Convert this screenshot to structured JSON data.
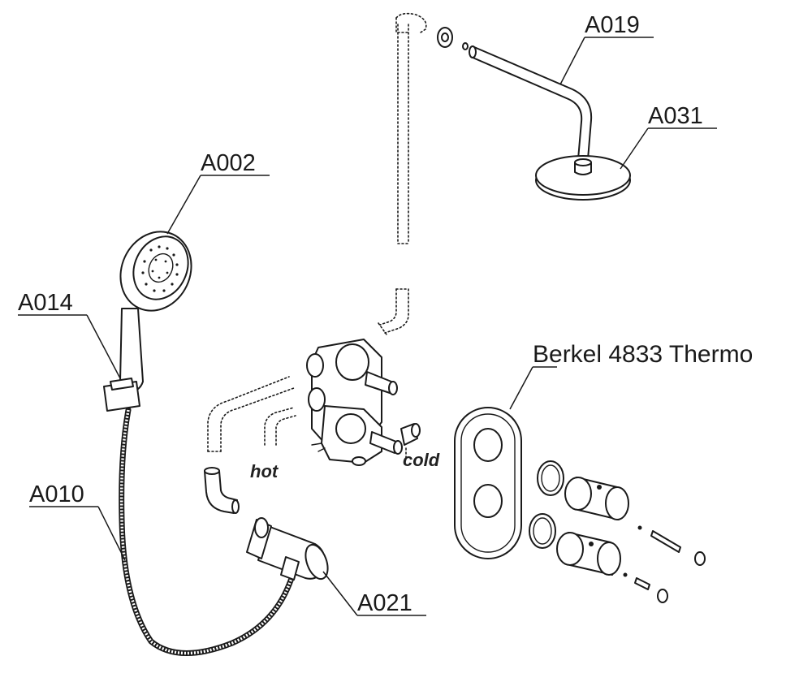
{
  "labels": {
    "a019": "A019",
    "a031": "A031",
    "a002": "A002",
    "a014": "A014",
    "a010": "A010",
    "a021": "A021",
    "model": "Berkel 4833 Thermo",
    "hot": "hot",
    "cold": "cold"
  },
  "colors": {
    "line": "#1a1a1a",
    "background": "#ffffff"
  }
}
